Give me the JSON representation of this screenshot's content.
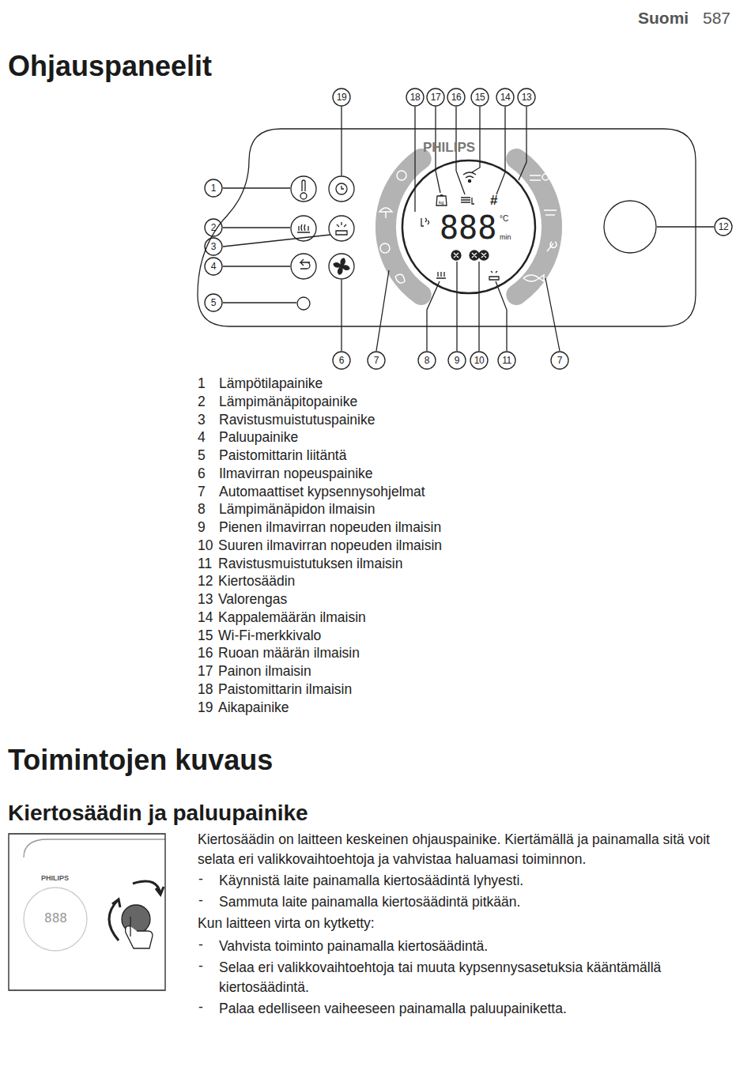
{
  "diagram": {
    "title": "Ohjauspaneelit",
    "nodes": [
      {
        "text": [
          "PHILIPS"
        ]
      },
      {
        "text": [
          "888",
          "°C",
          "min"
        ],
        "in": 0
      },
      {
        "text": [
          "PHILIPS",
          "888"
        ]
      }
    ],
    "labels": [
      "Suomi",
      "587",
      "19",
      "18",
      "17",
      "16",
      "15",
      "14",
      "13",
      "1",
      "2",
      "3",
      "4",
      "5",
      "12",
      "6",
      "7",
      "8",
      "9",
      "10",
      "11",
      "7",
      "1",
      "2",
      "3",
      "4",
      "5",
      "6",
      "7",
      "8",
      "9",
      "10",
      "11",
      "12",
      "13",
      "14",
      "15",
      "16",
      "17",
      "18",
      "19",
      "Lämpötilapainike",
      "Lämpimänäpitopainike",
      "Ravistusmuistutuspainike",
      "Paluupainike",
      "Paistomittarin liitäntä",
      "Ilmavirran nopeuspainike",
      "Automaattiset kypsennysohjelmat",
      "Lämpimänäpidon ilmaisin",
      "Pienen ilmavirran nopeuden ilmaisin",
      "Suuren ilmavirran nopeuden ilmaisin",
      "Ravistusmuistutuksen ilmaisin",
      "Kiertosäädin",
      "Valorengas",
      "Kappalemäärän ilmaisin",
      "Wi-Fi-merkkivalo",
      "Ruoan määrän ilmaisin",
      "Painon ilmaisin",
      "Paistomittarin ilmaisin",
      "Aikapainike",
      "Toimintojen kuvaus",
      "Kiertosäädin ja paluupainike",
      "Kiertosäädin on laitteen keskeinen ohjauspainike. Kiertämällä ja painamalla sitä voit selata eri valikkovaihtoehtoja ja vahvistaa haluamasi toiminnon.",
      "-",
      "Käynnistä laite painamalla kiertosäädintä lyhyesti.",
      "-",
      "Sammuta laite painamalla kiertosäädintä pitkään.",
      "Kun laitteen virta on kytketty:",
      "-",
      "Vahvista toiminto painamalla kiertosäädintä.",
      "-",
      "Selaa eri valikkovaihtoehtoja tai muuta kypsennysasetuksia kääntämällä kiertosäädintä.",
      "-",
      "Palaa edelliseen vaiheeseen painamalla paluupainiketta.",
      "#",
      "kg"
    ]
  }
}
